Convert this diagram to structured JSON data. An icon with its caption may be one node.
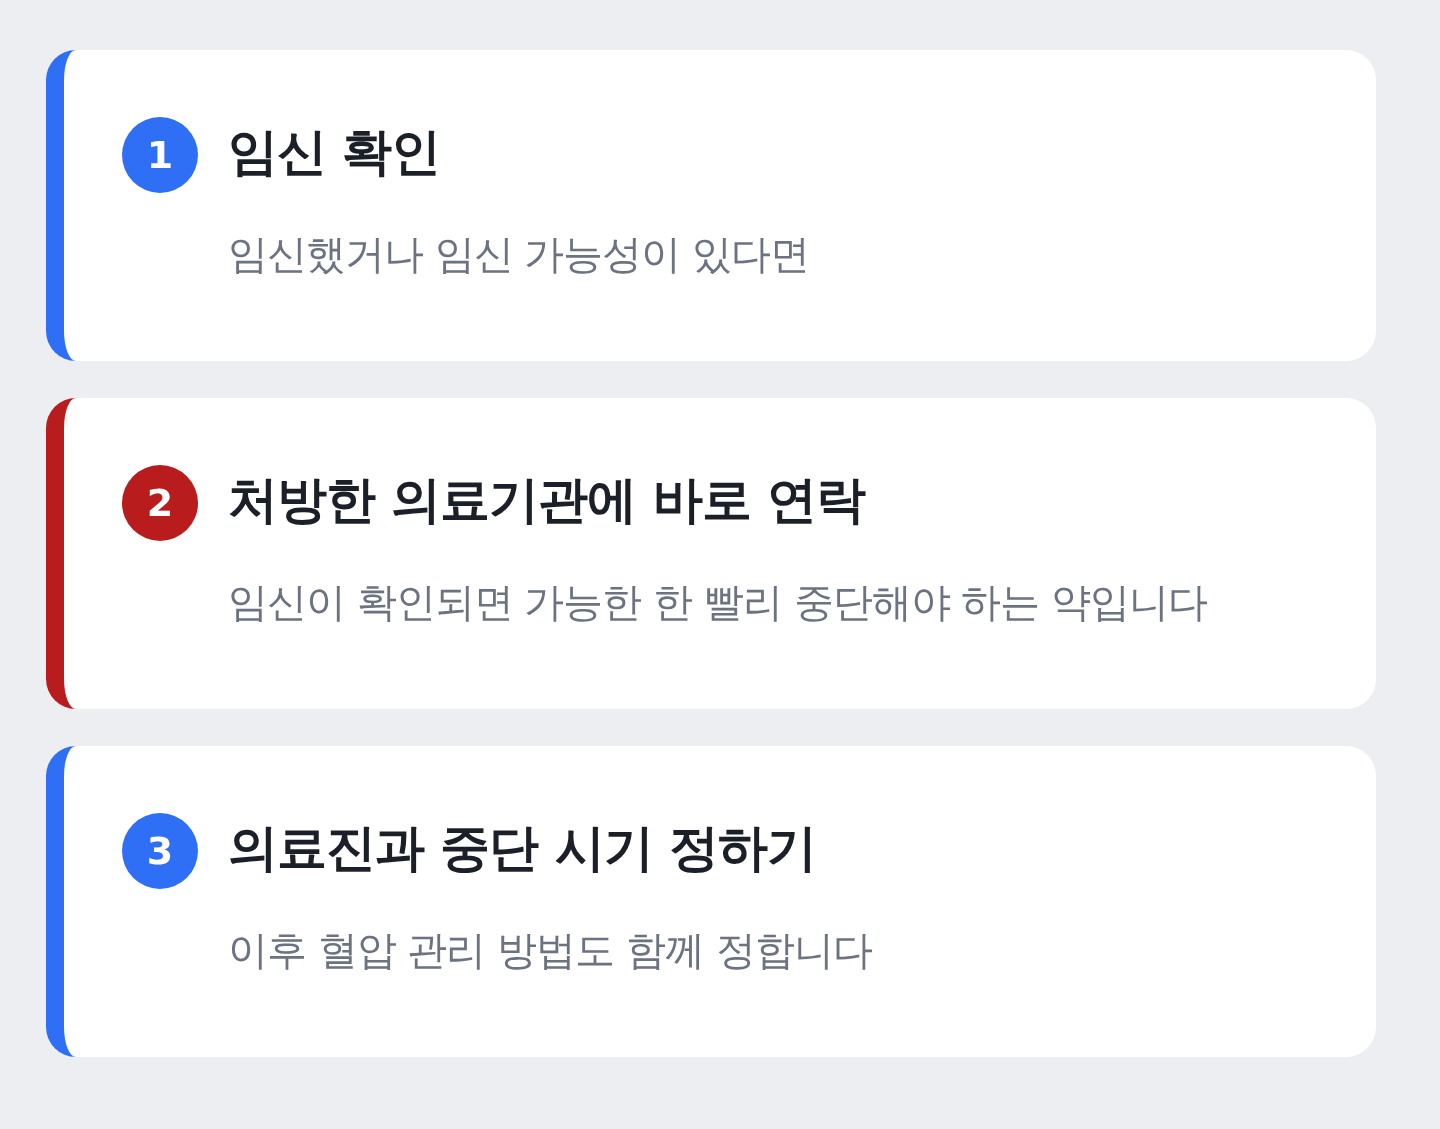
{
  "diagram": {
    "nodes": [
      {
        "text": [
          "임신 확인",
          "임신했거나 임신 가능성이 있다면"
        ]
      },
      {
        "text": [
          "1"
        ],
        "in": 0
      },
      {
        "text": [
          "처방한 의료기관에 바로 연락",
          "임신이 확인되면 가능한 한 빨리 중단해야 하는 약입니다"
        ]
      },
      {
        "text": [
          "2"
        ],
        "in": 2
      },
      {
        "text": [
          "의료진과 중단 시기 정하기",
          "이후 혈압 관리 방법도 함께 정합니다"
        ]
      },
      {
        "text": [
          "3"
        ],
        "in": 4
      }
    ],
    "edges": []
  }
}
